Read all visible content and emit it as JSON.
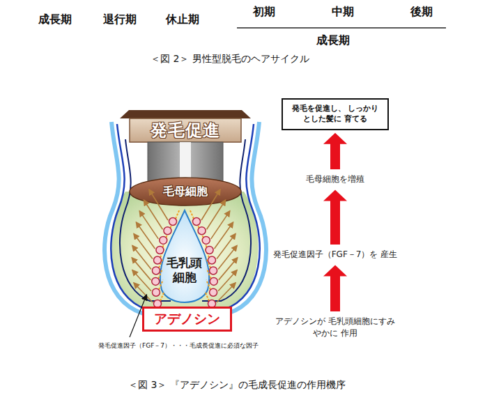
{
  "diagram": {
    "caption": "＜図 3＞ 『アデノシン』の毛成長促進の作用機序",
    "nodes": [
      {
        "text": [
          "発毛促進"
        ]
      },
      {
        "text": [
          "毛母細胞"
        ]
      },
      {
        "text": [
          "毛乳頭 細胞"
        ]
      },
      {
        "text": [
          "アデノシン"
        ]
      },
      {
        "text": [
          "発毛を促進し、 しっかりとした髪に 育てる"
        ]
      },
      {
        "text": [
          "毛母細胞を増殖"
        ]
      },
      {
        "text": [
          "発毛促進因子（FGF－7）を 産生"
        ]
      },
      {
        "text": [
          "アデノシンが 毛乳頭細胞にすみやかに 作用"
        ]
      }
    ],
    "edges": [
      {
        "from": 7,
        "to": 6,
        "arrow": "to"
      },
      {
        "from": 6,
        "to": 5,
        "arrow": "to"
      },
      {
        "from": 5,
        "to": 4,
        "arrow": "to"
      }
    ],
    "labels": [
      "成長期",
      "退行期",
      "休止期",
      "初期",
      "中期",
      "後期",
      "成長期",
      "＜図 2＞ 男性型脱毛のヘアサイクル",
      "発毛促進因子（FGF－7）・・・毛成長促進に必須な因子"
    ]
  }
}
